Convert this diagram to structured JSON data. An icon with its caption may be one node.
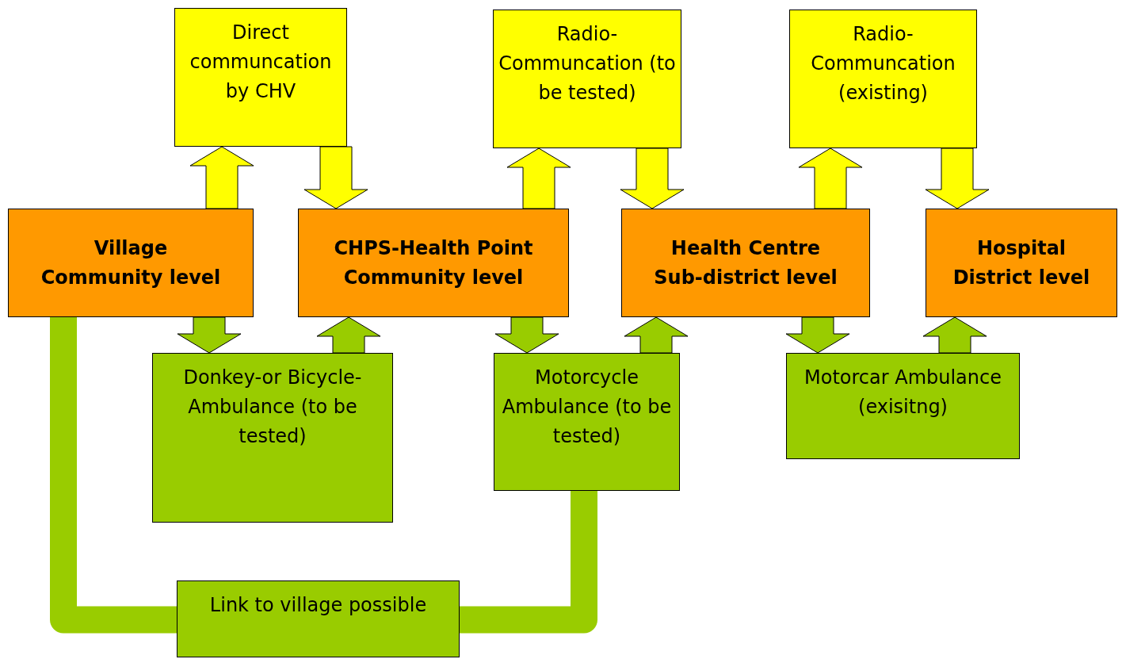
{
  "diagram": {
    "nodes": [
      {
        "text": [
          "Direct communcation by CHV"
        ]
      },
      {
        "text": [
          "Radio-Communcation (to be tested)"
        ]
      },
      {
        "text": [
          "Radio-Communcation (existing)"
        ]
      },
      {
        "text": [
          "Village",
          "Community level"
        ]
      },
      {
        "text": [
          "CHPS-Health Point",
          "Community level"
        ]
      },
      {
        "text": [
          "Health Centre",
          "Sub-district level"
        ]
      },
      {
        "text": [
          "Hospital",
          "District level"
        ]
      },
      {
        "text": [
          "Donkey-or Bicycle-Ambulance (to be tested)"
        ]
      },
      {
        "text": [
          "Motorcycle Ambulance (to be tested)"
        ]
      },
      {
        "text": [
          "Motorcar Ambulance (exisitng)"
        ]
      },
      {
        "text": [
          "Link to village possible"
        ]
      }
    ],
    "edges": [
      {
        "from": 3,
        "to": 0,
        "arrow": "to",
        "color": "#ffff00"
      },
      {
        "from": 0,
        "to": 4,
        "arrow": "to",
        "color": "#ffff00"
      },
      {
        "from": 4,
        "to": 1,
        "arrow": "to",
        "color": "#ffff00"
      },
      {
        "from": 1,
        "to": 5,
        "arrow": "to",
        "color": "#ffff00"
      },
      {
        "from": 5,
        "to": 2,
        "arrow": "to",
        "color": "#ffff00"
      },
      {
        "from": 2,
        "to": 6,
        "arrow": "to",
        "color": "#ffff00"
      },
      {
        "from": 3,
        "to": 7,
        "arrow": "to"
      },
      {
        "from": 7,
        "to": 4,
        "arrow": "to"
      },
      {
        "from": 4,
        "to": 8,
        "arrow": "to"
      },
      {
        "from": 8,
        "to": 5,
        "arrow": "to"
      },
      {
        "from": 5,
        "to": 9,
        "arrow": "to"
      },
      {
        "from": 9,
        "to": 6,
        "arrow": "to"
      },
      {
        "from": 3,
        "to": 10,
        "arrow": "none"
      },
      {
        "from": 8,
        "to": 10,
        "arrow": "none"
      }
    ]
  }
}
